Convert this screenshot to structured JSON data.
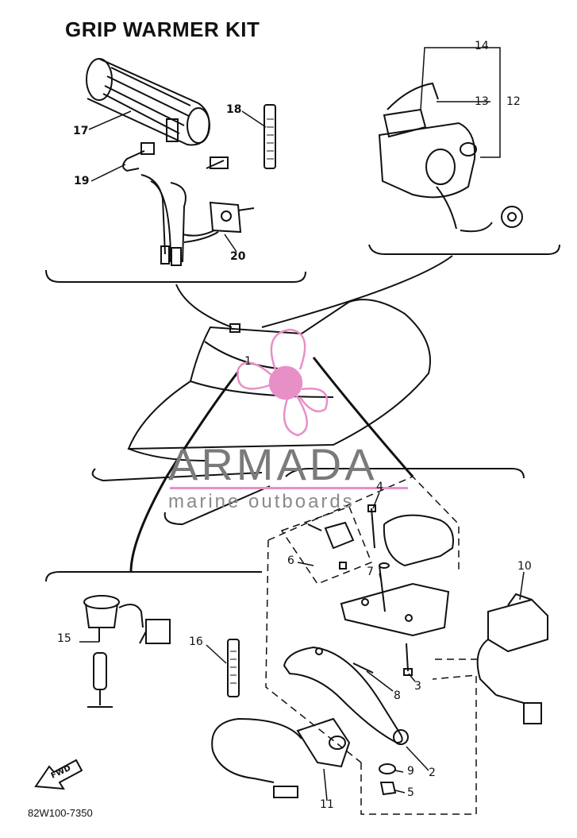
{
  "title": "GRIP WARMER KIT",
  "diagram_code": "82W100-7350",
  "watermark": {
    "brand": "ARMADA",
    "tagline": "marine outboards"
  },
  "fwd_label": "FWD",
  "callouts": {
    "c1": "1",
    "c2": "2",
    "c3": "3",
    "c4": "4",
    "c5": "5",
    "c6": "6",
    "c7": "7",
    "c8": "8",
    "c9": "9",
    "c10": "10",
    "c11": "11",
    "c12": "12",
    "c13": "13",
    "c14": "14",
    "c15": "15",
    "c16": "16",
    "c17": "17",
    "c18": "18",
    "c19": "19",
    "c20": "20"
  }
}
